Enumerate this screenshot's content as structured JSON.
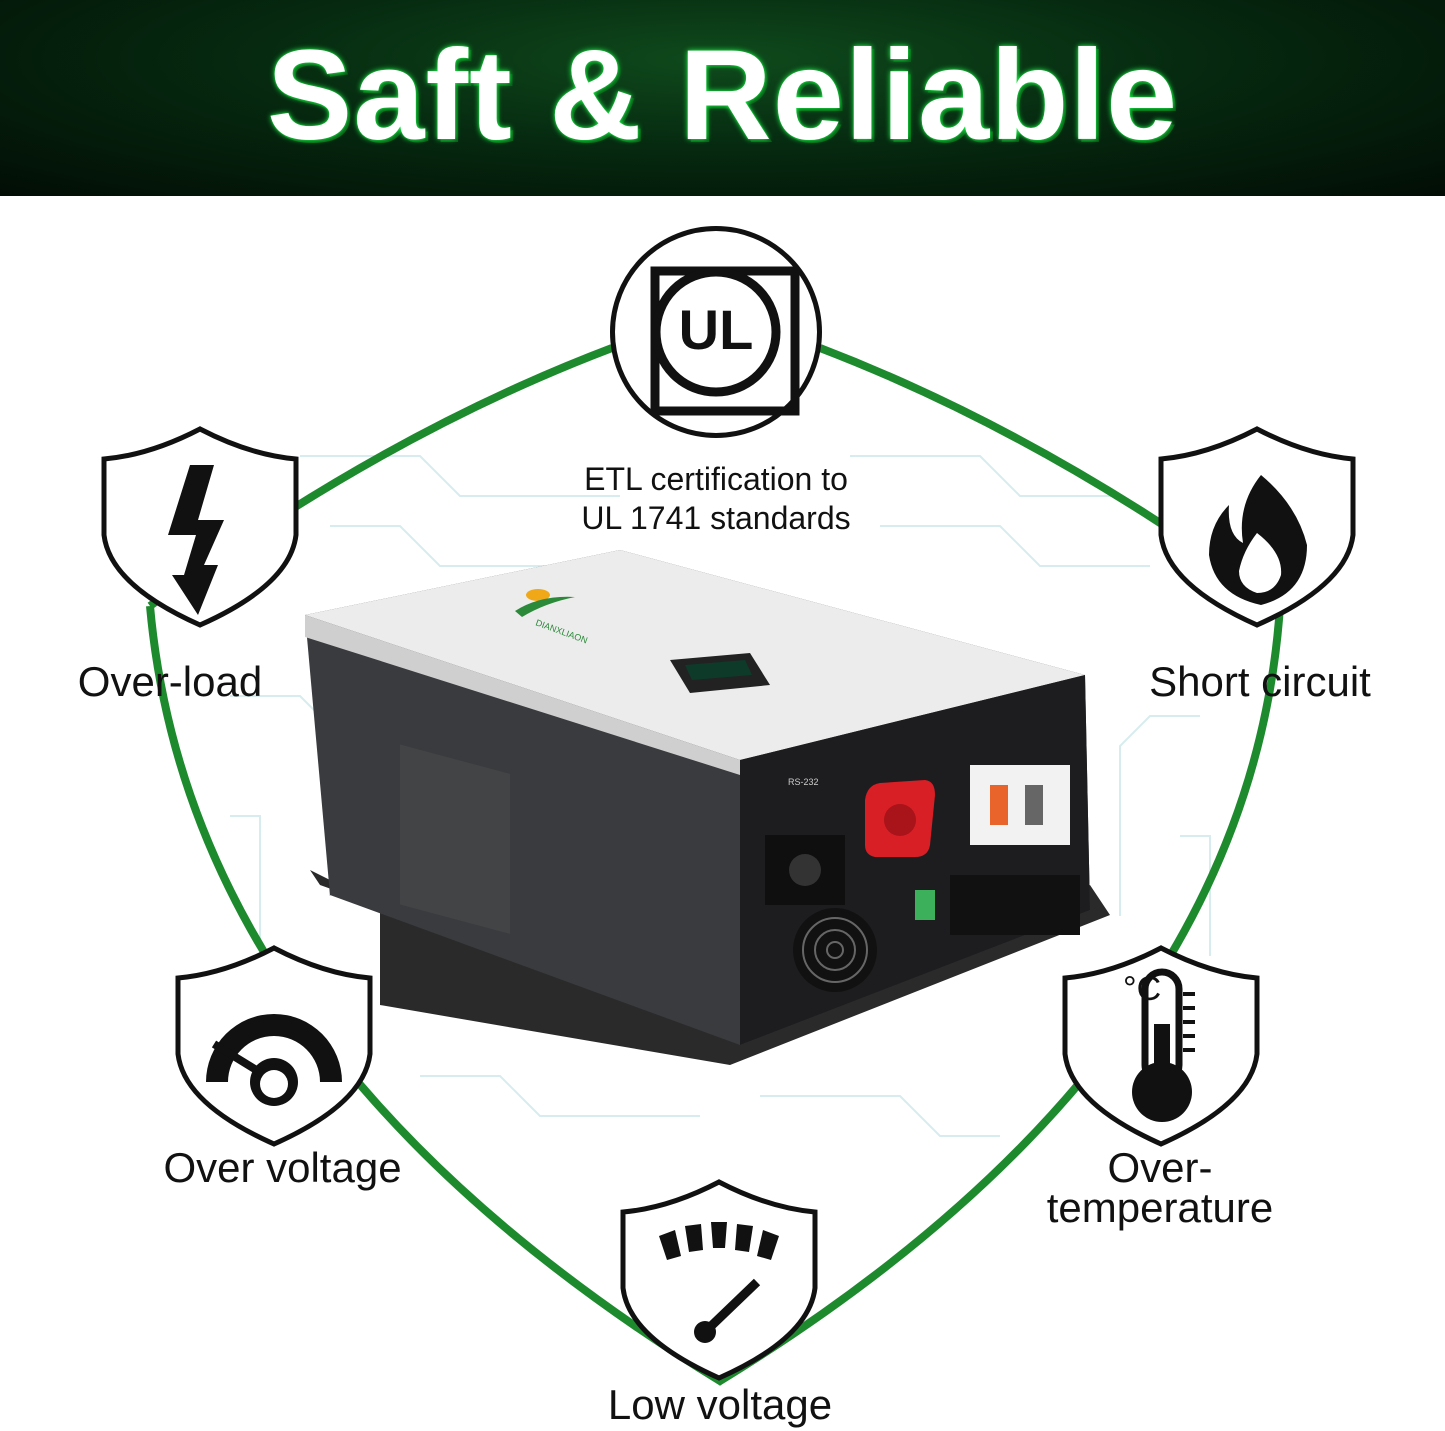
{
  "banner": {
    "title": "Saft & Reliable"
  },
  "certification": {
    "badge": "UL",
    "text_line1": "ETL certification to",
    "text_line2": "UL 1741 standards"
  },
  "features": [
    {
      "label": "Over-load",
      "icon": "lightning-bolt-icon"
    },
    {
      "label": "Short circuit",
      "icon": "flame-icon"
    },
    {
      "label": "Over voltage",
      "icon": "gauge-high-icon"
    },
    {
      "label_line1": "Over-",
      "label_line2": "temperature",
      "icon": "thermometer-icon"
    },
    {
      "label": "Low voltage",
      "icon": "gauge-low-icon"
    }
  ],
  "product": {
    "brand_logo": "DIANXLIAON",
    "port_label": "RS-232"
  },
  "colors": {
    "accent": "#1e8a2e",
    "banner": "#062a10",
    "terminal_red": "#d81f26"
  }
}
